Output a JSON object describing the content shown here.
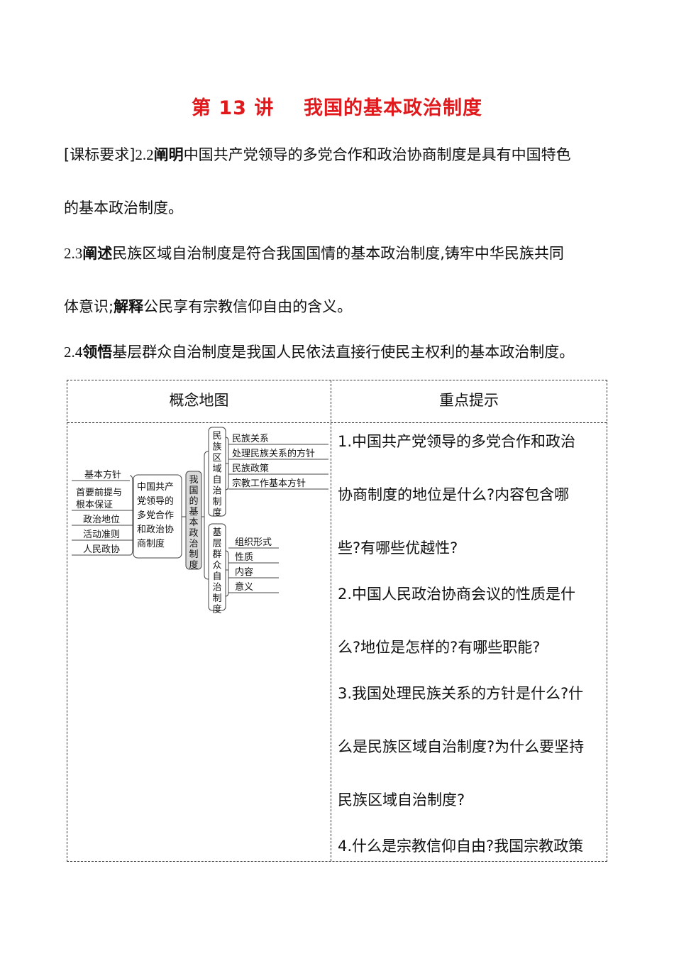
{
  "title": "第 13 讲    我国的基本政治制度",
  "requirements": {
    "line1_prefix": "[课标要求]",
    "line1_num": "2.2",
    "line1_bold": "阐明",
    "line1_rest": "中国共产党领导的多党合作和政治协商制度是具有中国特色",
    "line2": "的基本政治制度。",
    "line3_num": "2.3",
    "line3_bold": "阐述",
    "line3_rest": "民族区域自治制度是符合我国国情的基本政治制度,铸牢中华民族共同",
    "line4_pre": "体意识;",
    "line4_bold": "解释",
    "line4_rest": "公民享有宗教信仰自由的含义。",
    "line5_num": "2.4",
    "line5_bold": "领悟",
    "line5_rest": "基层群众自治制度是我国人民依法直接行使民主权利的基本政治制度。"
  },
  "table": {
    "left_header": "概念地图",
    "right_header": "重点提示"
  },
  "concept_map": {
    "center": "我国的基本政治制度",
    "left_branch": "中国共产党领导的多党合作和政治协商制度",
    "left_items": [
      "基本方针",
      "首要前提与根本保证",
      "政治地位",
      "活动准则",
      "人民政协"
    ],
    "upper_branch": "民族区域自治制度",
    "upper_items": [
      "民族关系",
      "处理民族关系的方针",
      "民族政策",
      "宗教工作基本方针"
    ],
    "lower_branch": "基层群众自治制度",
    "lower_items": [
      "组织形式",
      "性质",
      "内容",
      "意义"
    ]
  },
  "key_points": [
    "1.中国共产党领导的多党合作和政治",
    "协商制度的地位是什么?内容包含哪",
    "些?有哪些优越性?",
    "2.中国人民政治协商会议的性质是什",
    "么?地位是怎样的?有哪些职能?",
    "3.我国处理民族关系的方针是什么?什",
    "么是民族区域自治制度?为什么要坚持",
    "民族区域自治制度?",
    "4.什么是宗教信仰自由?我国宗教政策"
  ]
}
